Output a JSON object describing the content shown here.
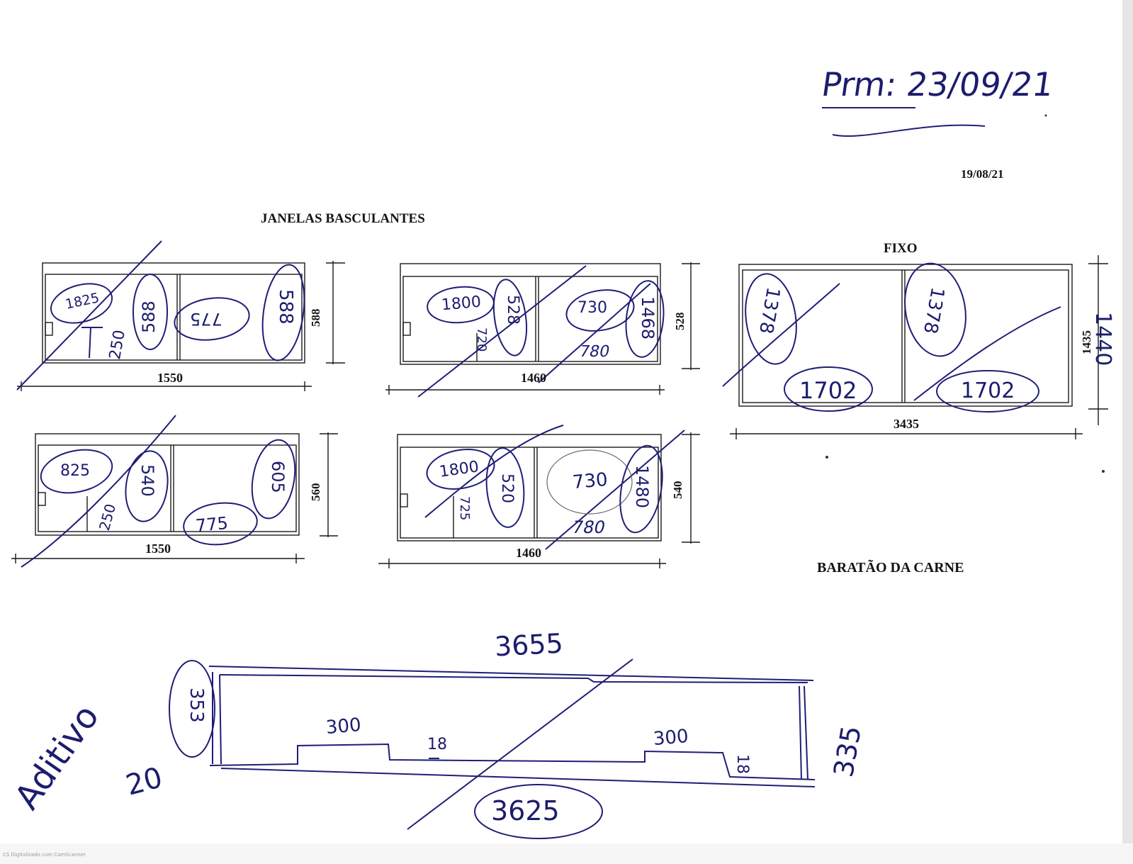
{
  "header": {
    "handwritten_note": "Prm: 23/09/21",
    "print_date": "19/08/21"
  },
  "section_basculantes": {
    "title": "JANELAS BASCULANTES",
    "windows": [
      {
        "width_label": "1550",
        "height_label": "588",
        "hw_left_top": "1825",
        "hw_left_vert": "588",
        "hw_left_small": "250",
        "hw_right_mid": "775",
        "hw_right_vert": "588"
      },
      {
        "width_label": "1460",
        "height_label": "528",
        "hw_left_top": "1800",
        "hw_left_vert": "528",
        "hw_left_small": "720",
        "hw_right_top": "730",
        "hw_right_vert": "1468",
        "hw_right_bottom": "780"
      },
      {
        "width_label": "1550",
        "height_label": "560",
        "hw_left_top": "825",
        "hw_left_vert": "540",
        "hw_left_small": "250",
        "hw_right_mid": "775",
        "hw_right_vert": "605"
      },
      {
        "width_label": "1460",
        "height_label": "540",
        "hw_left_top": "1800",
        "hw_left_vert": "520",
        "hw_left_small": "725",
        "hw_right_top": "730",
        "hw_right_vert": "1480",
        "hw_right_bottom": "780"
      }
    ]
  },
  "section_fixo": {
    "title": "FIXO",
    "width_label": "3435",
    "height_label": "1435",
    "hw_height": "1440",
    "hw_left_vert": "1378",
    "hw_left_bottom": "1702",
    "hw_right_vert": "1378",
    "hw_right_bottom": "1702"
  },
  "client_name": "BARATÃO DA CARNE",
  "bottom_sketch": {
    "top_dim": "3655",
    "bottom_dim": "3625",
    "left_dim": "353",
    "left_small": "20",
    "right_dim": "335",
    "left_note": "Aditivo",
    "step1_w": "300",
    "step1_h": "18",
    "step2_w": "300",
    "step2_h": "18"
  },
  "scanner_footer": "CS  Digitalizado com CamScanner"
}
